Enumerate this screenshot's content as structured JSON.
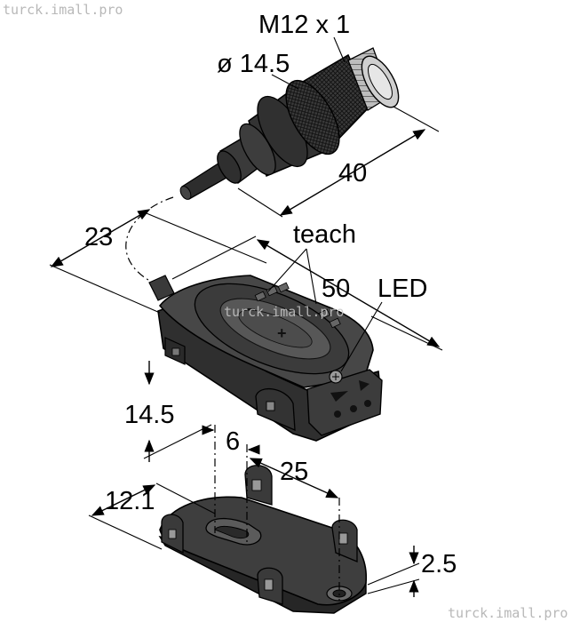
{
  "watermarks": {
    "top_left": "turck.imall.pro",
    "center": "turck.imall.pro",
    "bottom_right": "turck.imall.pro"
  },
  "labels": {
    "thread": "M12 x 1",
    "diameter": "ø 14.5",
    "connector_length": "40",
    "cable_length": "23",
    "teach": "teach",
    "body_length": "50",
    "led": "LED",
    "body_height": "14.5",
    "slot_width": "6",
    "hole_spacing": "25",
    "bracket_width": "12.1",
    "bracket_thickness": "2.5"
  },
  "housing_symbols": {
    "plus": "+",
    "minus": "–"
  }
}
